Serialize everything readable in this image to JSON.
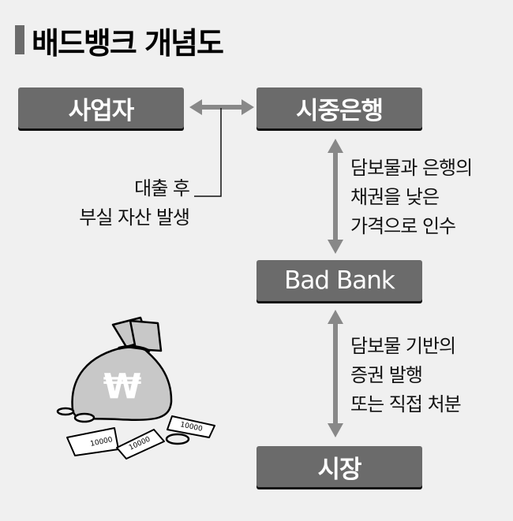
{
  "title": "배드뱅크 개념도",
  "nodes": {
    "business": "사업자",
    "bank": "시중은행",
    "badbank": "Bad Bank",
    "market": "시장"
  },
  "labels": {
    "loan": [
      "대출 후",
      "부실 자산 발생"
    ],
    "acquire": [
      "담보물과 은행의",
      "채권을 낮은",
      "가격으로 인수"
    ],
    "dispose": [
      "담보물 기반의",
      "증권 발행",
      "또는 직접 처분"
    ]
  },
  "illustration": {
    "bag_symbol": "₩",
    "bills": [
      "10000",
      "10000",
      "10000"
    ]
  },
  "colors": {
    "box": "#6b6b6b",
    "arrow": "#888888",
    "background": "#f0f0f0"
  }
}
